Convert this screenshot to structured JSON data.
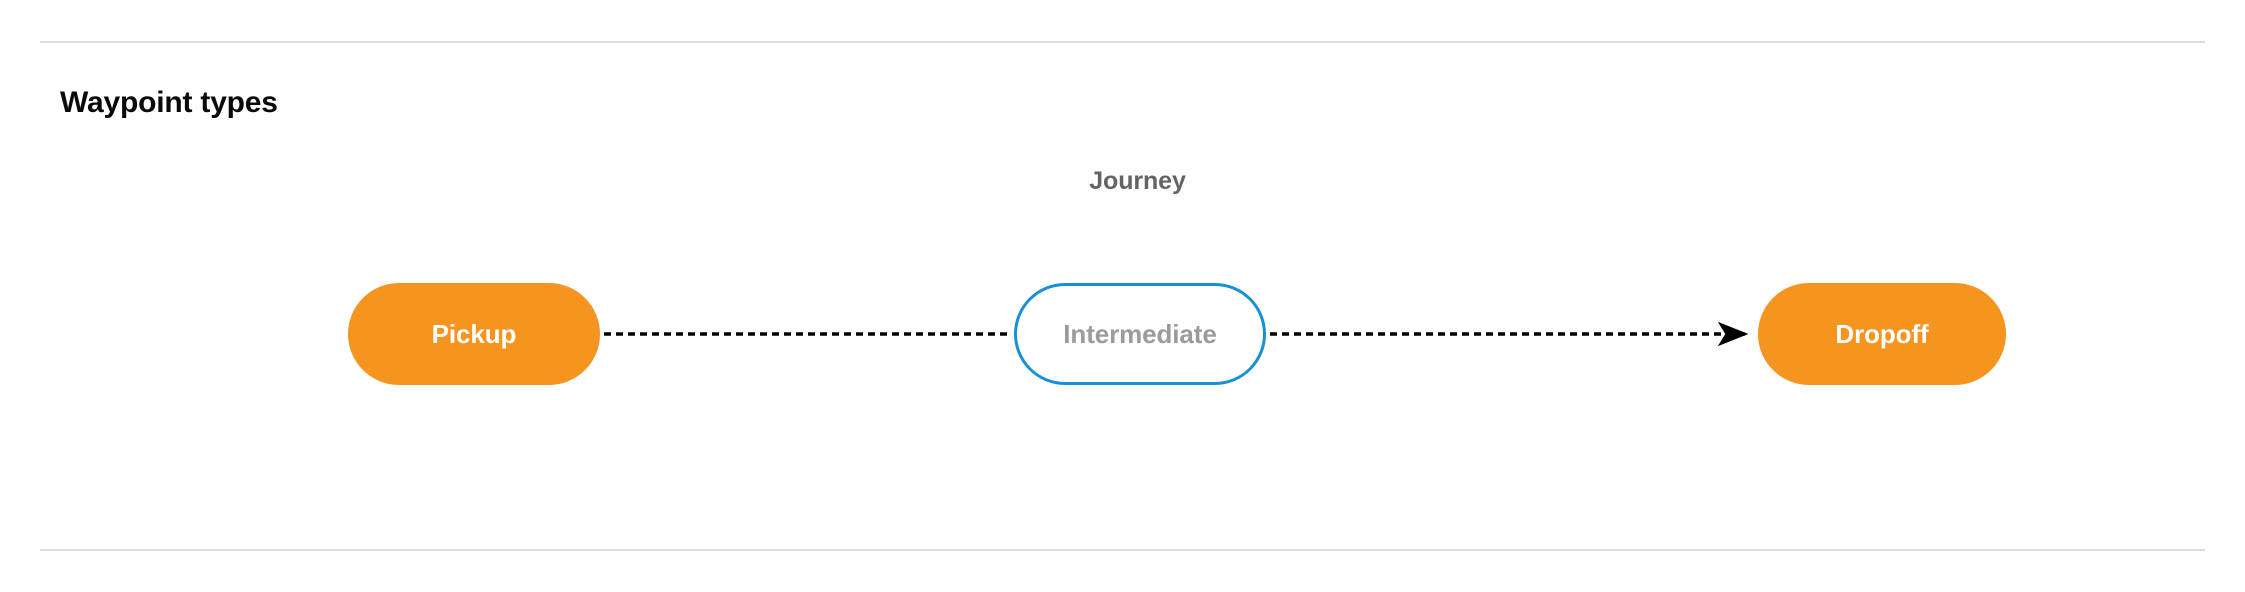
{
  "page": {
    "section_title": "Waypoint types",
    "background_color": "#ffffff",
    "divider_color": "#dcdcdc"
  },
  "diagram": {
    "type": "flow",
    "group_label": "Journey",
    "group_label_color": "#646464",
    "nodes": [
      {
        "id": "pickup",
        "label": "Pickup",
        "style": "filled",
        "fill_color": "#f5941e",
        "text_color": "#ffffff",
        "shape": "pill"
      },
      {
        "id": "intermediate",
        "label": "Intermediate",
        "style": "outlined",
        "fill_color": "#ffffff",
        "border_color": "#1690d8",
        "text_color": "#9b9b9b",
        "shape": "pill"
      },
      {
        "id": "dropoff",
        "label": "Dropoff",
        "style": "filled",
        "fill_color": "#f5941e",
        "text_color": "#ffffff",
        "shape": "pill"
      }
    ],
    "edges": [
      {
        "id": "pickup-to-intermediate",
        "from": "pickup",
        "to": "intermediate",
        "line_style": "dashed",
        "arrowhead": false,
        "color": "#000000"
      },
      {
        "id": "intermediate-to-dropoff",
        "from": "intermediate",
        "to": "dropoff",
        "line_style": "dashed",
        "arrowhead": true,
        "color": "#000000"
      }
    ]
  }
}
